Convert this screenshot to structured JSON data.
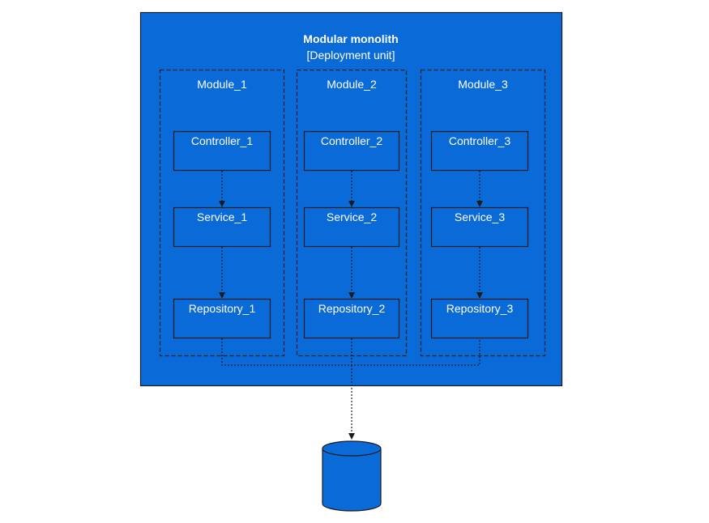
{
  "diagram": {
    "container": {
      "title": "Modular monolith",
      "subtitle": "[Deployment unit]"
    },
    "modules": [
      {
        "name": "Module_1",
        "controller": "Controller_1",
        "service": "Service_1",
        "repository": "Repository_1"
      },
      {
        "name": "Module_2",
        "controller": "Controller_2",
        "service": "Service_2",
        "repository": "Repository_2"
      },
      {
        "name": "Module_3",
        "controller": "Controller_3",
        "service": "Service_3",
        "repository": "Repository_3"
      }
    ],
    "database": {
      "label": ""
    }
  },
  "colors": {
    "fill": "#0a6bd8",
    "stroke": "#1c1c1c",
    "text": "#ffffff",
    "background": "#ffffff"
  }
}
